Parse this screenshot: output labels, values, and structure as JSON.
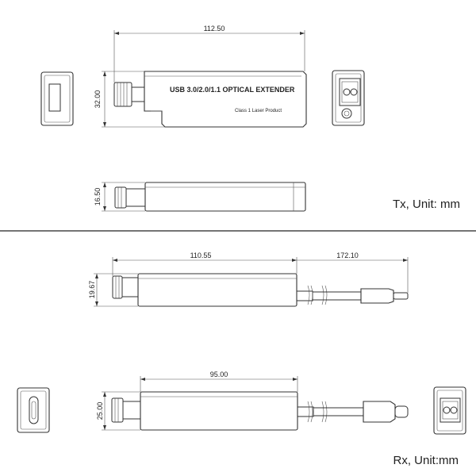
{
  "tx": {
    "product_title": "USB 3.0/2.0/1.1 OPTICAL EXTENDER",
    "product_subtitle": "Class 1 Laser Product",
    "dim_length": "112.50",
    "dim_height": "32.00",
    "dim_thickness": "16.50",
    "caption": "Tx, Unit: mm"
  },
  "rx": {
    "dim_length_top": "110.55",
    "dim_cable": "172.10",
    "dim_thickness": "19.67",
    "dim_length_bottom": "95.00",
    "dim_height": "25.00",
    "caption": "Rx, Unit:mm"
  },
  "colors": {
    "line": "#333333",
    "background": "#ffffff"
  }
}
